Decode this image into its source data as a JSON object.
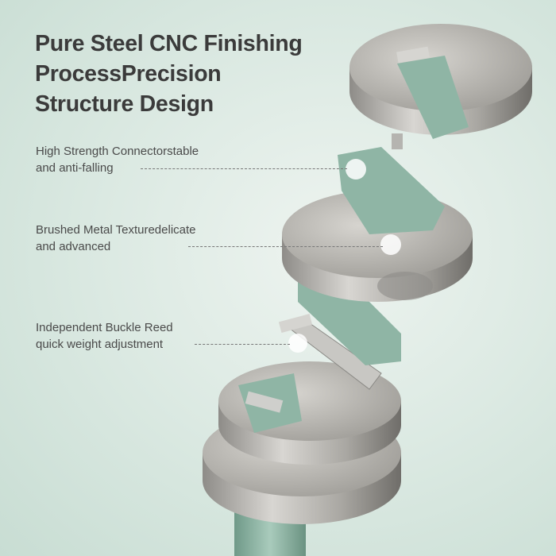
{
  "title": {
    "lines": [
      "Pure Steel CNC Finishing",
      "ProcessPrecision",
      "Structure Design"
    ]
  },
  "callouts": [
    {
      "line1": "High Strength Connectorstable",
      "line2": "and anti-falling"
    },
    {
      "line1": "Brushed Metal Texturedelicate",
      "line2": "and advanced"
    },
    {
      "line1": "Independent Buckle Reed",
      "line2": "quick weight adjustment"
    }
  ],
  "colors": {
    "steel": "#b9b6b0",
    "green": "#8fb5a5",
    "text": "#3b3b3b"
  }
}
